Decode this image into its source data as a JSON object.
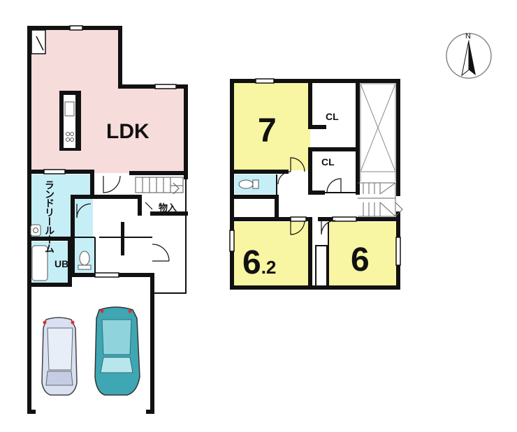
{
  "floor1": {
    "ldk_label": "LDK",
    "laundry_label": "ランドリールーム",
    "storage_label": "物入",
    "bath_label": "UB"
  },
  "floor2": {
    "room_a_label": "7",
    "closet_a_label": "CL",
    "closet_b_label": "CL",
    "room_b_main": "6",
    "room_b_sub": ".2",
    "room_c_label": "6"
  },
  "compass": {
    "label": "N"
  },
  "colors": {
    "ldk": "#f7dcdc",
    "western": "#f8f5a3",
    "wet": "#c5eef7",
    "wall": "#111111"
  }
}
